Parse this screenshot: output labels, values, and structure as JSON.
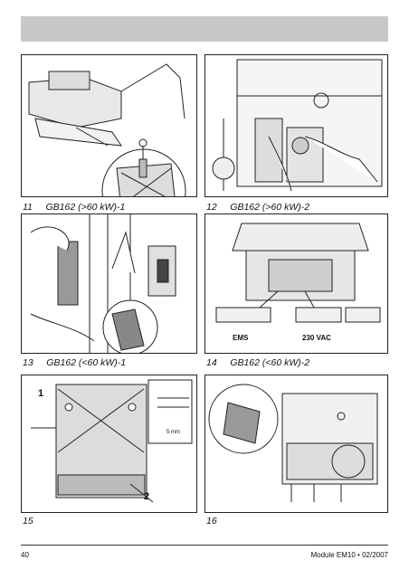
{
  "figures": [
    {
      "number": "11",
      "title": "GB162 (>60 kW)-1"
    },
    {
      "number": "12",
      "title": "GB162 (>60 kW)-2"
    },
    {
      "number": "13",
      "title": "GB162 (<60 kW)-1"
    },
    {
      "number": "14",
      "title": "GB162 (<60 kW)-2"
    },
    {
      "number": "15",
      "title": ""
    },
    {
      "number": "16",
      "title": ""
    }
  ],
  "labels": {
    "ems": "EMS",
    "vac": "230 VAC",
    "callout_1": "1",
    "callout_2": "2",
    "mm": "5 mm"
  },
  "footer": {
    "page_number": "40",
    "doc_info": "Module EM10 • 02/2007"
  }
}
